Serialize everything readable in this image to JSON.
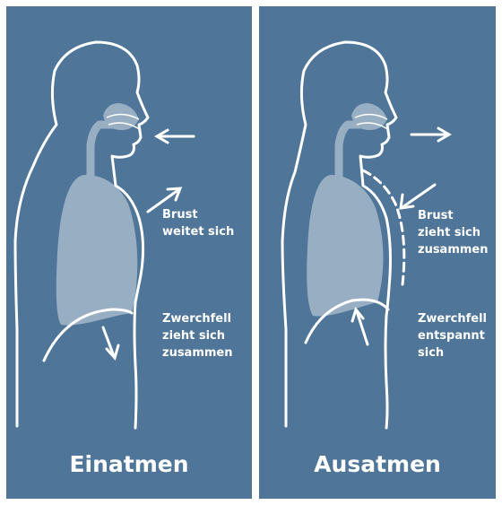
{
  "colors": {
    "panel_bg": "#4f7598",
    "lung_fill": "#98aec3",
    "stroke": "#ffffff"
  },
  "left_panel": {
    "title": "Einatmen",
    "label_chest": "Brust\nweitet sich",
    "label_diaphragm": "Zwerchfell\nzieht sich\nzusammen"
  },
  "right_panel": {
    "title": "Ausatmen",
    "label_chest": "Brust\nzieht sich\nzusammen",
    "label_diaphragm": "Zwerchfell\nentspannt\nsich"
  }
}
